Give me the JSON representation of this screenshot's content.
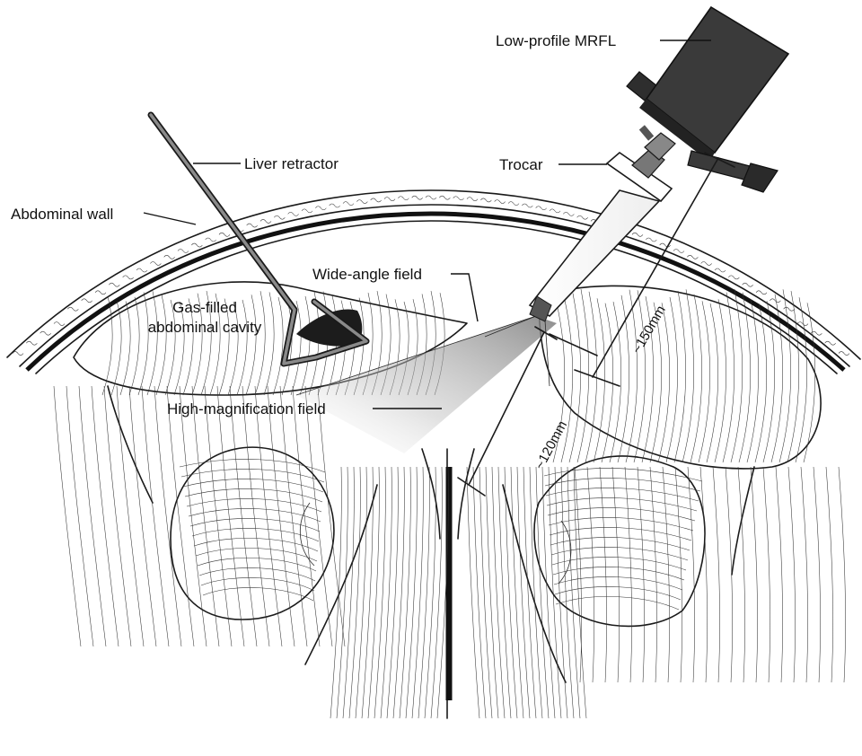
{
  "labels": {
    "low_profile_mrfl": "Low-profile MRFL",
    "liver_retractor": "Liver retractor",
    "trocar": "Trocar",
    "abdominal_wall": "Abdominal wall",
    "wide_angle_field": "Wide-angle field",
    "gas_filled_line1": "Gas-filled",
    "gas_filled_line2": "abdominal cavity",
    "high_mag_field": "High-magnification field",
    "dim_150": "~150mm",
    "dim_120": "~120mm"
  },
  "colors": {
    "ink": "#1a1a1a",
    "device_body": "#3a3a3a",
    "retractor": "#555555",
    "light_cone": "#9a9a9a"
  }
}
